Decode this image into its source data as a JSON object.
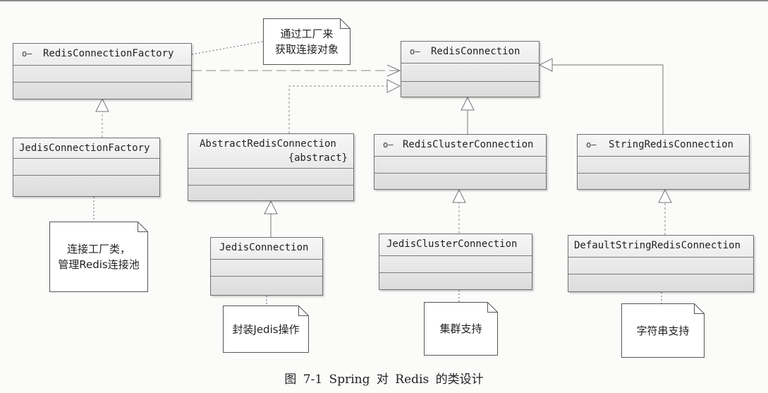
{
  "diagram": {
    "classes": {
      "redis_connection_factory": {
        "name": "RedisConnectionFactory",
        "stereotype_icon": "interface-icon"
      },
      "redis_connection": {
        "name": "RedisConnection",
        "stereotype_icon": "interface-icon"
      },
      "jedis_connection_factory": {
        "name": "JedisConnectionFactory"
      },
      "abstract_redis_connection": {
        "name": "AbstractRedisConnection",
        "modifier": "{abstract}"
      },
      "redis_cluster_connection": {
        "name": "RedisClusterConnection",
        "stereotype_icon": "interface-icon"
      },
      "string_redis_connection": {
        "name": "StringRedisConnection",
        "stereotype_icon": "interface-icon"
      },
      "jedis_connection": {
        "name": "JedisConnection"
      },
      "jedis_cluster_connection": {
        "name": "JedisClusterConnection"
      },
      "default_string_redis_connection": {
        "name": "DefaultStringRedisConnection"
      }
    },
    "notes": {
      "factory_note": [
        "通过工厂来",
        "获取连接对象"
      ],
      "jedis_factory_note": [
        "连接工厂类，",
        "管理Redis连接池"
      ],
      "jedis_note": [
        "封装Jedis操作"
      ],
      "cluster_note": [
        "集群支持"
      ],
      "string_note": [
        "字符串支持"
      ]
    },
    "interface_glyph": "o–"
  },
  "caption": "图 7-1   Spring 对 Redis 的类设计"
}
